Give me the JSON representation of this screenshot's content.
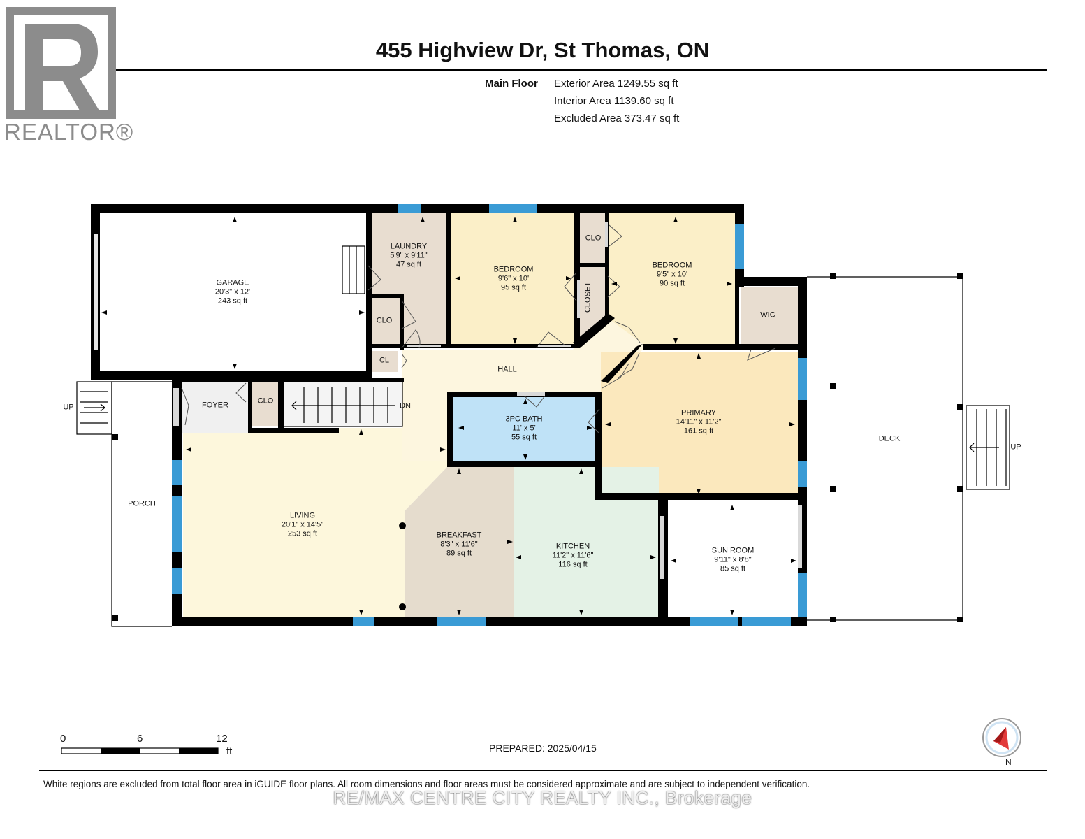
{
  "header": {
    "address": "455 Highview Dr, St Thomas, ON",
    "floor_name": "Main Floor",
    "exterior_area": "Exterior Area 1249.55 sq ft",
    "interior_area": "Interior Area 1139.60 sq ft",
    "excluded_area": "Excluded Area 373.47 sq ft"
  },
  "logo": {
    "text": "REALTOR®",
    "icon": "realtor-r-logo"
  },
  "rooms": {
    "garage": {
      "name": "GARAGE",
      "dims": "20'3\" x 12'",
      "area": "243 sq ft"
    },
    "laundry": {
      "name": "LAUNDRY",
      "dims": "5'9\" x 9'11\"",
      "area": "47 sq ft"
    },
    "bedroom1": {
      "name": "BEDROOM",
      "dims": "9'6\" x 10'",
      "area": "95 sq ft"
    },
    "bedroom2": {
      "name": "BEDROOM",
      "dims": "9'5\" x 10'",
      "area": "90 sq ft"
    },
    "clo_top": {
      "name": "CLO"
    },
    "closet": {
      "name": "CLOSET"
    },
    "wic": {
      "name": "WIC"
    },
    "clo_laundry": {
      "name": "CLO"
    },
    "cl": {
      "name": "CL"
    },
    "hall": {
      "name": "HALL"
    },
    "foyer": {
      "name": "FOYER"
    },
    "clo_foyer": {
      "name": "CLO"
    },
    "stairs_dn": {
      "name": "DN"
    },
    "bath": {
      "name": "3PC BATH",
      "dims": "11' x 5'",
      "area": "55 sq ft"
    },
    "primary": {
      "name": "PRIMARY",
      "dims": "14'11\" x 11'2\"",
      "area": "161 sq ft"
    },
    "porch": {
      "name": "PORCH"
    },
    "porch_up": {
      "name": "UP"
    },
    "living": {
      "name": "LIVING",
      "dims": "20'1\" x 14'5\"",
      "area": "253 sq ft"
    },
    "breakfast": {
      "name": "BREAKFAST",
      "dims": "8'3\" x 11'6\"",
      "area": "89 sq ft"
    },
    "kitchen": {
      "name": "KITCHEN",
      "dims": "11'2\" x 11'6\"",
      "area": "116 sq ft"
    },
    "sunroom": {
      "name": "SUN ROOM",
      "dims": "9'11\" x 8'8\"",
      "area": "85 sq ft"
    },
    "deck": {
      "name": "DECK"
    },
    "deck_up": {
      "name": "UP"
    }
  },
  "colors": {
    "wall": "#000000",
    "window": "#3a9bd5",
    "garage": "#ffffff",
    "laundry": "#e8ddd0",
    "bedroom": "#fbefc8",
    "bedroom_right": "#fbefc8",
    "hall": "#fdf6df",
    "bath": "#bfe2f7",
    "primary": "#fbe8bd",
    "living": "#fdf7dc",
    "breakfast": "#e5dccd",
    "kitchen": "#e4f2e6",
    "closet": "#e8ddd0"
  },
  "scale": {
    "ticks": [
      "0",
      "6",
      "12"
    ],
    "unit": "ft"
  },
  "prepared": "PREPARED: 2025/04/15",
  "compass": {
    "icon": "compass-icon",
    "label": "N"
  },
  "disclaimer": "White regions are excluded from total floor area in iGUIDE floor plans. All room dimensions and floor areas must be considered approximate and are subject to independent verification.",
  "watermark": "RE/MAX CENTRE CITY REALTY INC., Brokerage"
}
